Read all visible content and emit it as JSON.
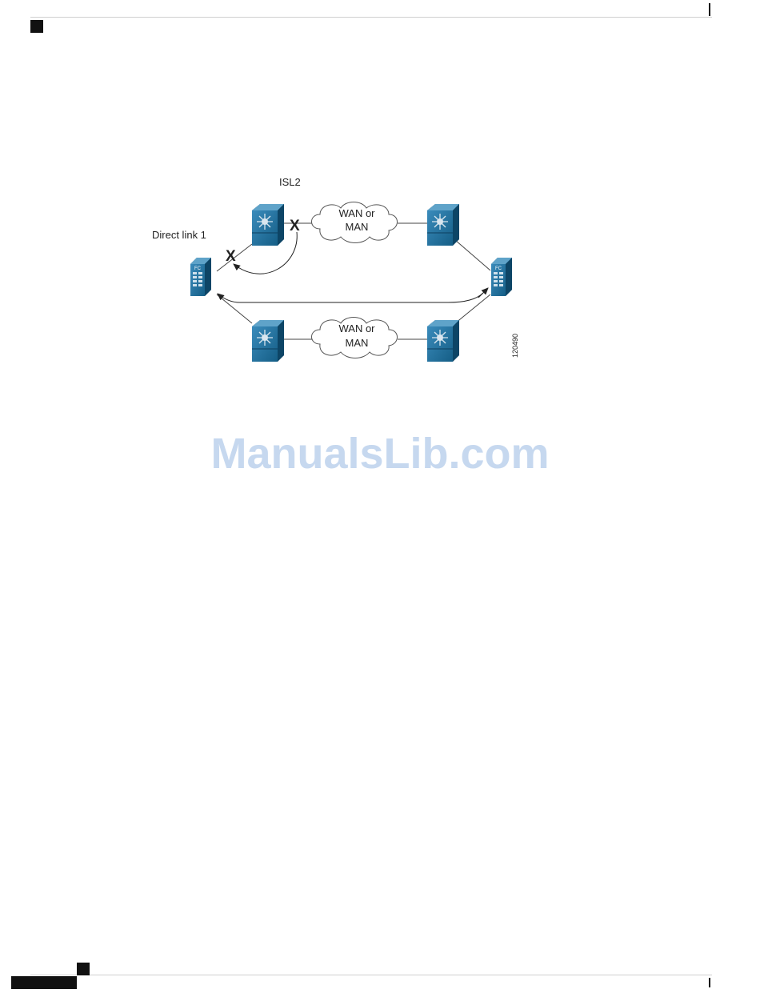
{
  "diagram": {
    "isl_label": "ISL2",
    "direct_link_label": "Direct link 1",
    "cloud_top_line1": "WAN or",
    "cloud_top_line2": "MAN",
    "cloud_bottom_line1": "WAN or",
    "cloud_bottom_line2": "MAN",
    "failure_mark_1": "X",
    "failure_mark_2": "X",
    "figure_number": "120490",
    "switch_badge_left": "FC",
    "switch_badge_right": "FC",
    "colors": {
      "device_blue": "#1f6f9a",
      "device_dark": "#0f4f73",
      "line": "#444444"
    },
    "icons": [
      "director-switch-icon",
      "fabric-switch-icon",
      "cloud-icon"
    ]
  },
  "watermark": {
    "text": "ManualsLib.com"
  }
}
